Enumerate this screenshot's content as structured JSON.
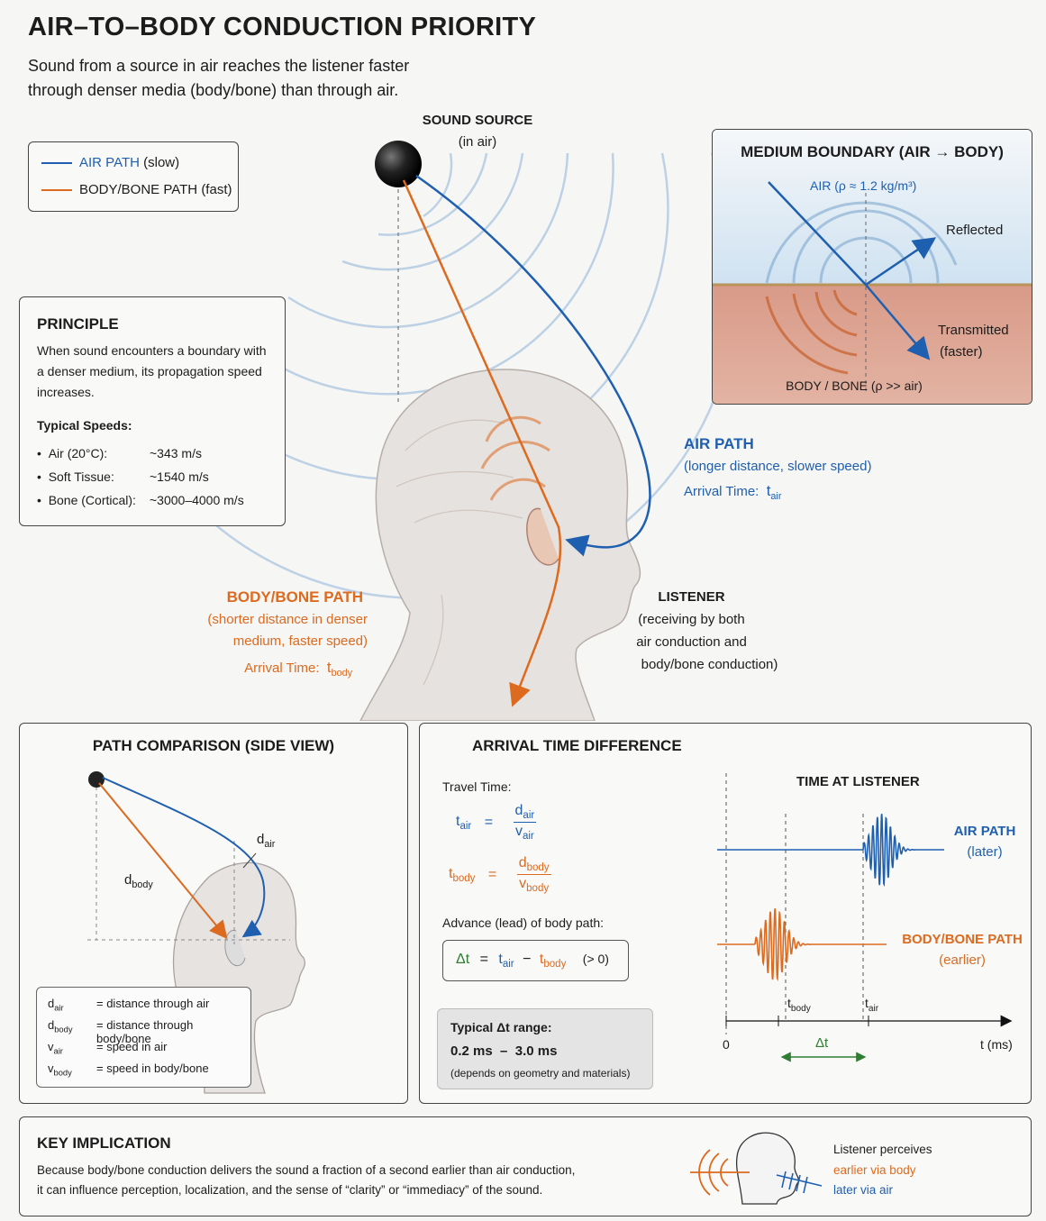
{
  "header": {
    "title": "AIR–TO–BODY CONDUCTION PRIORITY",
    "subtitle": "Sound from a source in air reaches the listener faster through denser media (body/bone) than through air."
  },
  "colors": {
    "air": "#1f5fb0",
    "body": "#dc6a1f",
    "delta": "#2f7d32"
  },
  "legend": {
    "air": "AIR PATH",
    "air_note": "(slow)",
    "body": "BODY/BONE PATH",
    "body_note": "(fast)"
  },
  "source": {
    "label": "SOUND SOURCE",
    "sub": "(in air)"
  },
  "principle": {
    "title": "PRINCIPLE",
    "text": "When sound encounters a boundary with a denser medium, its propagation speed increases.",
    "speeds_title": "Typical Speeds:",
    "speeds": [
      {
        "medium": "Air (20°C):",
        "value": "~343 m/s"
      },
      {
        "medium": "Soft Tissue:",
        "value": "~1540 m/s"
      },
      {
        "medium": "Bone (Cortical):",
        "value": "~3000–4000 m/s"
      }
    ]
  },
  "boundary": {
    "title": "MEDIUM BOUNDARY (AIR → BODY)",
    "air": "AIR",
    "air_density": "(ρ ≈ 1.2 kg/m³)",
    "reflected": "Reflected",
    "transmitted": "Transmitted",
    "transmitted_note": "(faster)",
    "body": "BODY / BONE (ρ >> air)"
  },
  "air_path": {
    "title": "AIR PATH",
    "desc": "(longer distance, slower speed)",
    "arrival": "Arrival Time:",
    "sym": "t",
    "sub": "air"
  },
  "body_path": {
    "title": "BODY/BONE PATH",
    "desc1": "(shorter distance in denser",
    "desc2": "medium, faster speed)",
    "arrival": "Arrival Time:",
    "sym": "t",
    "sub": "body"
  },
  "listener": {
    "title": "LISTENER",
    "l1": "(receiving by both",
    "l2": "air conduction and",
    "l3": "body/bone conduction)"
  },
  "comparison": {
    "title": "PATH COMPARISON (SIDE VIEW)",
    "d_air": "d",
    "d_air_sub": "air",
    "d_body": "d",
    "d_body_sub": "body",
    "defs": [
      {
        "sym": "d",
        "sub": "air",
        "text": "= distance through air"
      },
      {
        "sym": "d",
        "sub": "body",
        "text": "= distance through body/bone"
      },
      {
        "sym": "v",
        "sub": "air",
        "text": "= speed in air"
      },
      {
        "sym": "v",
        "sub": "body",
        "text": "= speed in body/bone"
      }
    ]
  },
  "arrival": {
    "title": "ARRIVAL TIME DIFFERENCE",
    "travel": "Travel Time:",
    "eq1": {
      "l": "t",
      "ls": "air",
      "eq": "=",
      "n": "d",
      "ns": "air",
      "d": "v",
      "ds": "air"
    },
    "eq2": {
      "l": "t",
      "ls": "body",
      "eq": "=",
      "n": "d",
      "ns": "body",
      "d": "v",
      "ds": "body"
    },
    "advance": "Advance (lead) of body path:",
    "delta": "Δt",
    "eq": "=",
    "minus": "−",
    "ta": "t",
    "tas": "air",
    "tb": "t",
    "tbs": "body",
    "cond": "(> 0)",
    "range_title": "Typical Δt range:",
    "range_lo": "0.2 ms",
    "range_dash": "–",
    "range_hi": "3.0 ms",
    "range_note": "(depends on geometry and materials)"
  },
  "timeline": {
    "title": "TIME AT LISTENER",
    "air": "AIR PATH",
    "air_note": "(later)",
    "body": "BODY/BONE PATH",
    "body_note": "(earlier)",
    "t_body": "t",
    "t_body_sub": "body",
    "t_air": "t",
    "t_air_sub": "air",
    "zero": "0",
    "axis": "t (ms)",
    "delta": "Δt"
  },
  "implication": {
    "title": "KEY IMPLICATION",
    "l1": "Because body/bone conduction delivers the sound a fraction of a second earlier than air conduction,",
    "l2": "it can influence perception, localization, and the sense of “clarity” or “immediacy” of the sound.",
    "p1": "Listener perceives",
    "p2": "earlier via body",
    "p3": "later via air"
  }
}
